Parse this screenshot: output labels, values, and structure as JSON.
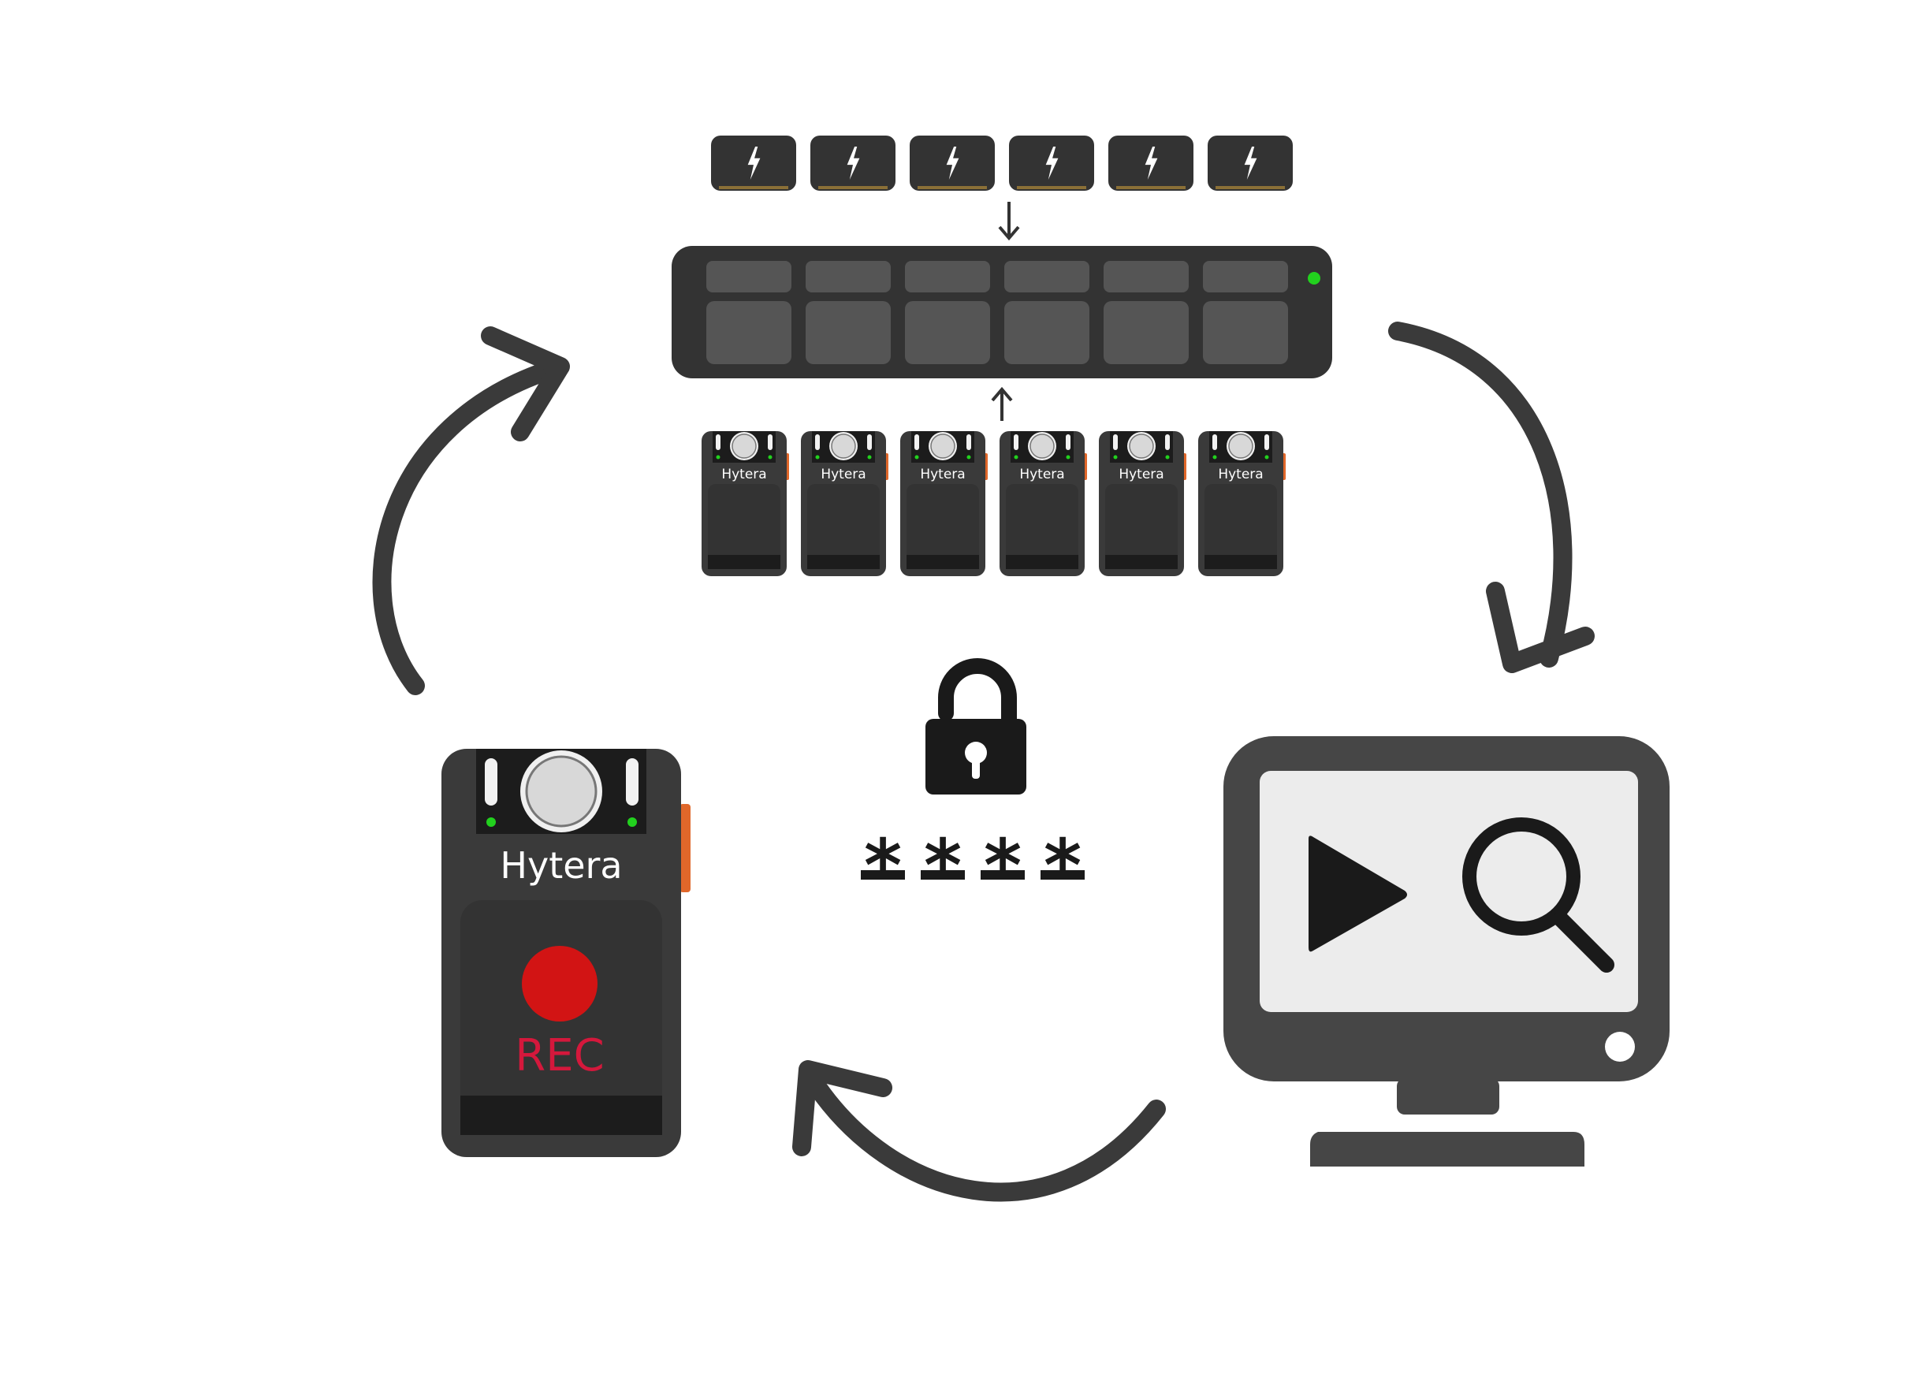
{
  "colors": {
    "device": "#3a3a3a",
    "device_dark": "#1c1c1c",
    "slot": "#555555",
    "led": "#22d11e",
    "rec": "#d21414",
    "rec_text": "#d4183c",
    "orange": "#e0672a",
    "arrow": "#3a3a3a",
    "monitor": "#464646",
    "lock": "#1a1a1a"
  },
  "batteries": {
    "count": 6,
    "icon": "lightning-bolt-icon"
  },
  "dock": {
    "slots": 6,
    "status_led": "green"
  },
  "mini_cameras": {
    "count": 6,
    "brand": "Hytera"
  },
  "camera": {
    "brand": "Hytera",
    "rec_label": "REC"
  },
  "password": {
    "chars": [
      "*",
      "*",
      "*",
      "*"
    ],
    "icon": "unlocked-padlock-icon"
  },
  "monitor": {
    "icons": [
      "play-icon",
      "magnifier-icon"
    ]
  },
  "cycle_arrows": [
    "dock-to-monitor",
    "monitor-to-camera",
    "camera-to-dock"
  ]
}
